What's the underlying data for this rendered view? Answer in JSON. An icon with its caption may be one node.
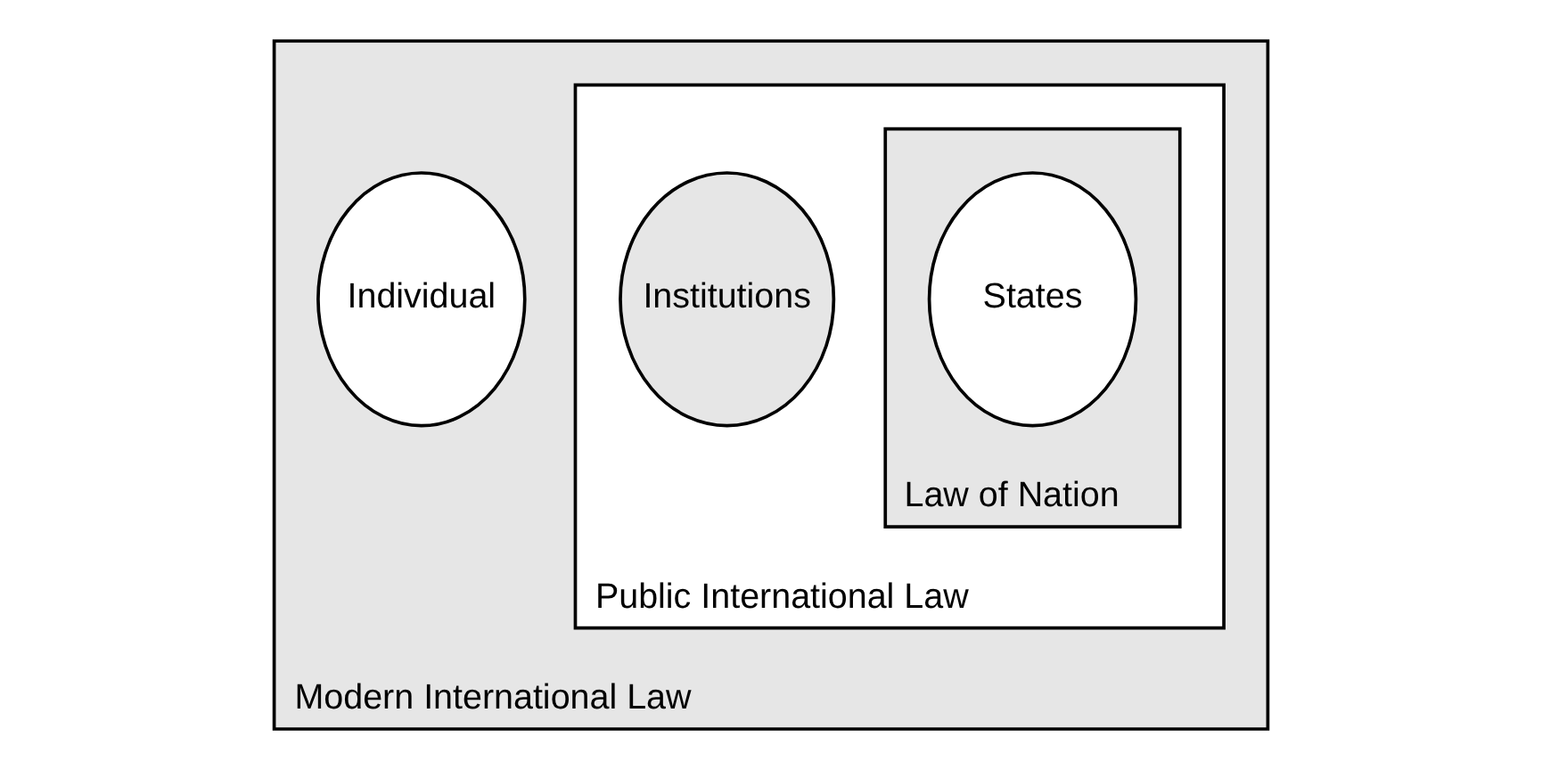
{
  "diagram": {
    "nodes": [
      {
        "text": [
          "Modern International Law"
        ]
      },
      {
        "text": [
          "Public International Law"
        ],
        "in": 0
      },
      {
        "text": [
          "Law of Nation"
        ],
        "in": 1
      },
      {
        "text": [
          "States"
        ],
        "in": 2
      },
      {
        "text": [
          "Institutions"
        ],
        "in": 1
      },
      {
        "text": [
          "Individual"
        ],
        "in": 0
      }
    ]
  }
}
